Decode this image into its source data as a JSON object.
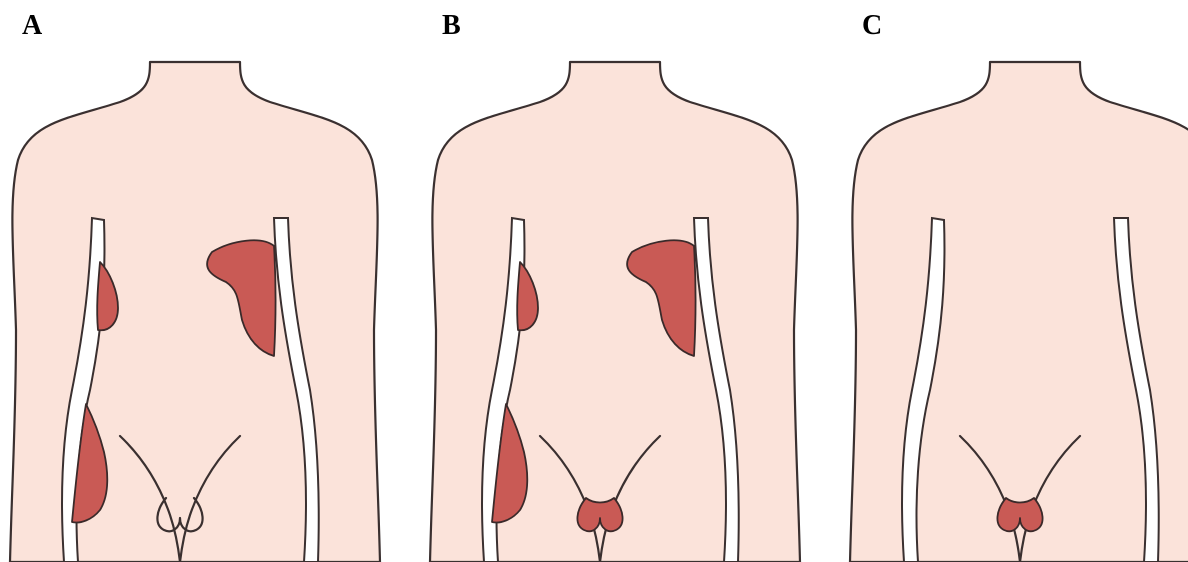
{
  "panels": [
    {
      "label": "A",
      "lesions": [
        "right-upper-flank",
        "left-upper-abdomen",
        "right-lower-flank"
      ],
      "scrotal_lesion": false
    },
    {
      "label": "B",
      "lesions": [
        "right-upper-flank",
        "left-upper-abdomen",
        "right-lower-flank"
      ],
      "scrotal_lesion": true
    },
    {
      "label": "C",
      "lesions": [],
      "scrotal_lesion": true
    }
  ],
  "colors": {
    "skin": "#fbe3da",
    "lesion": "#c95a55",
    "outline": "#3a3030",
    "background": "#ffffff"
  }
}
